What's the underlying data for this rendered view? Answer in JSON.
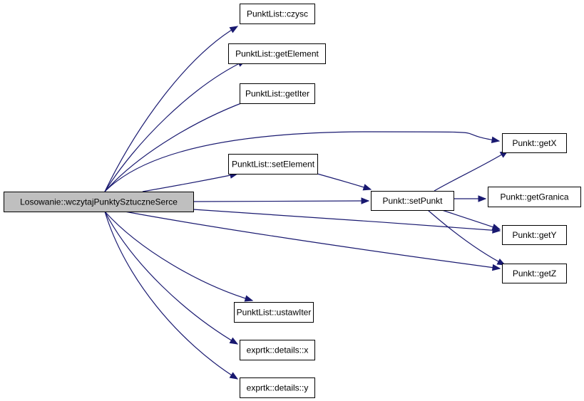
{
  "diagram": {
    "colors": {
      "edge": "#191970",
      "root_fill": "#bfbfbf",
      "node_fill": "#ffffff",
      "border": "#000000"
    },
    "nodes": [
      {
        "id": "root",
        "label": "Losowanie::wczytajPunktySztuczneSerce",
        "root": true
      },
      {
        "id": "czysc",
        "label": "PunktList::czysc"
      },
      {
        "id": "getElement",
        "label": "PunktList::getElement"
      },
      {
        "id": "getIter",
        "label": "PunktList::getIter"
      },
      {
        "id": "setElement",
        "label": "PunktList::setElement"
      },
      {
        "id": "ustawIter",
        "label": "PunktList::ustawIter"
      },
      {
        "id": "detx",
        "label": "exprtk::details::x"
      },
      {
        "id": "dety",
        "label": "exprtk::details::y"
      },
      {
        "id": "setPunkt",
        "label": "Punkt::setPunkt"
      },
      {
        "id": "getX",
        "label": "Punkt::getX"
      },
      {
        "id": "getGranica",
        "label": "Punkt::getGranica"
      },
      {
        "id": "getY",
        "label": "Punkt::getY"
      },
      {
        "id": "getZ",
        "label": "Punkt::getZ"
      }
    ],
    "edges": [
      {
        "from": "root",
        "to": "czysc"
      },
      {
        "from": "root",
        "to": "getElement"
      },
      {
        "from": "root",
        "to": "getIter"
      },
      {
        "from": "root",
        "to": "getX"
      },
      {
        "from": "root",
        "to": "setElement"
      },
      {
        "from": "root",
        "to": "setPunkt"
      },
      {
        "from": "root",
        "to": "getY"
      },
      {
        "from": "root",
        "to": "getZ"
      },
      {
        "from": "root",
        "to": "ustawIter"
      },
      {
        "from": "root",
        "to": "detx"
      },
      {
        "from": "root",
        "to": "dety"
      },
      {
        "from": "setElement",
        "to": "setPunkt"
      },
      {
        "from": "setPunkt",
        "to": "getX"
      },
      {
        "from": "setPunkt",
        "to": "getGranica"
      },
      {
        "from": "setPunkt",
        "to": "getY"
      },
      {
        "from": "setPunkt",
        "to": "getZ"
      }
    ]
  }
}
